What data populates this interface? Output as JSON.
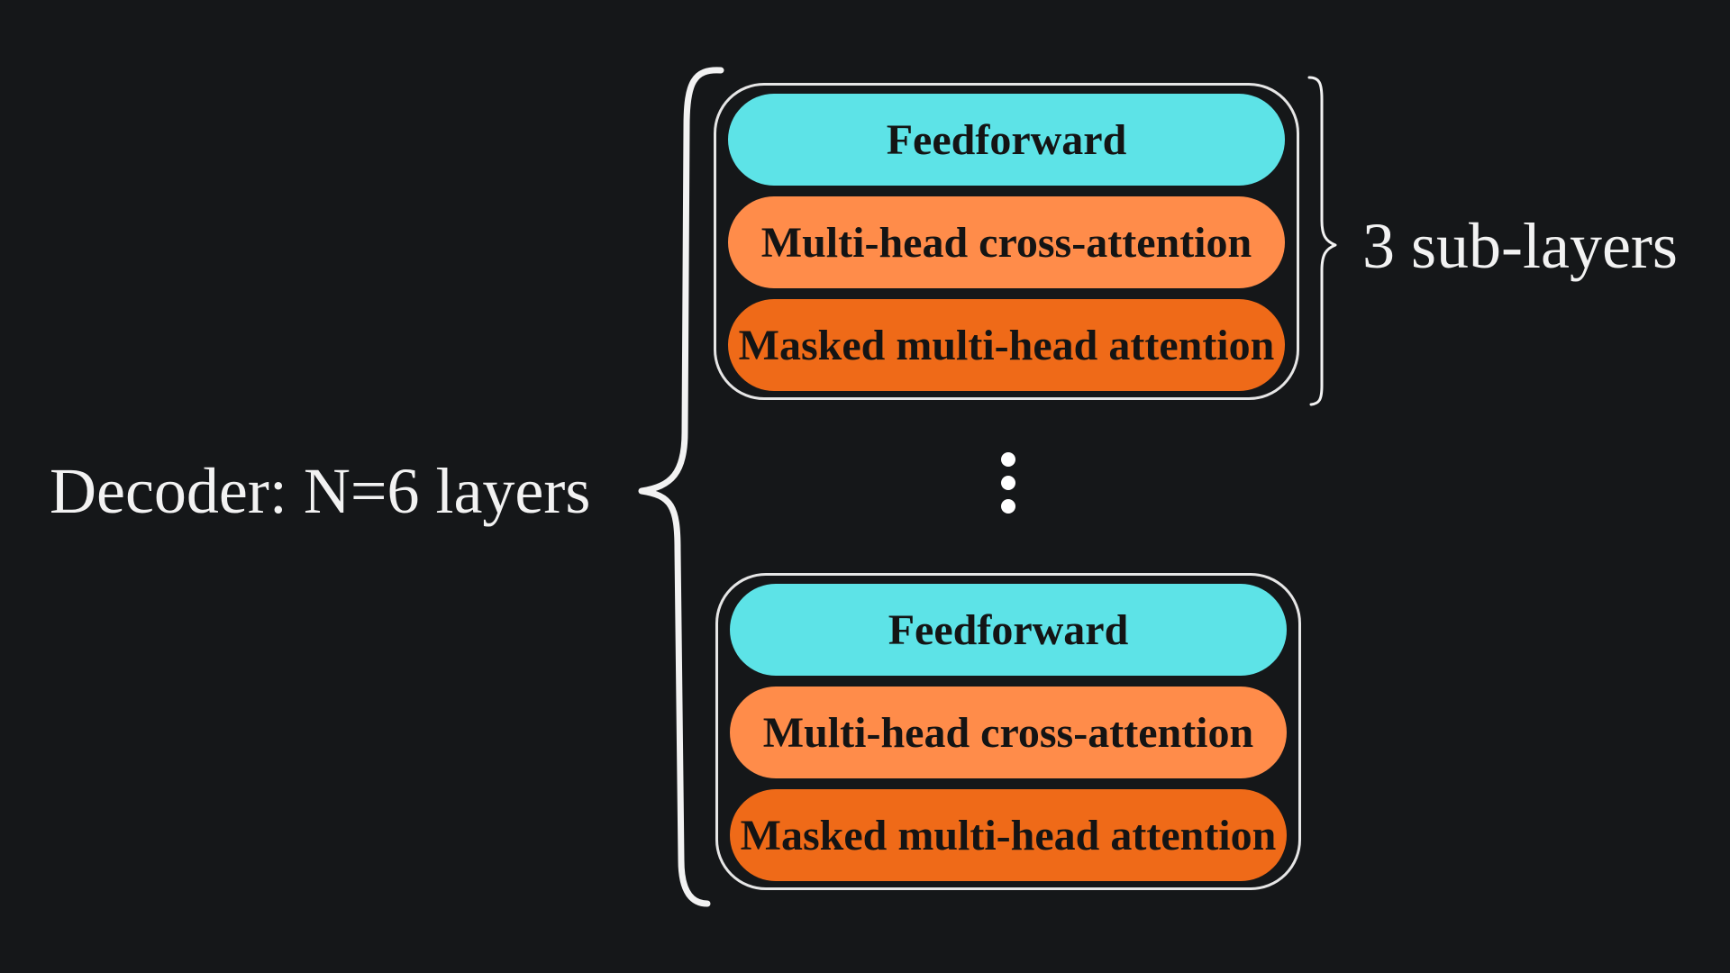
{
  "decoder_label": "Decoder: N=6 layers",
  "sublayers_label": "3 sub-layers",
  "colors": {
    "background": "#151719",
    "feedforward": "#5de3e7",
    "cross_attention": "#ff8c4a",
    "masked_attention": "#ef6a18",
    "outline": "#e6e6e6"
  },
  "layers": [
    {
      "sublayers": [
        {
          "label": "Feedforward",
          "color": "#5de3e7"
        },
        {
          "label": "Multi-head cross-attention",
          "color": "#ff8c4a"
        },
        {
          "label": "Masked multi-head attention",
          "color": "#ef6a18"
        }
      ]
    },
    {
      "sublayers": [
        {
          "label": "Feedforward",
          "color": "#5de3e7"
        },
        {
          "label": "Multi-head cross-attention",
          "color": "#ff8c4a"
        },
        {
          "label": "Masked multi-head attention",
          "color": "#ef6a18"
        }
      ]
    }
  ]
}
